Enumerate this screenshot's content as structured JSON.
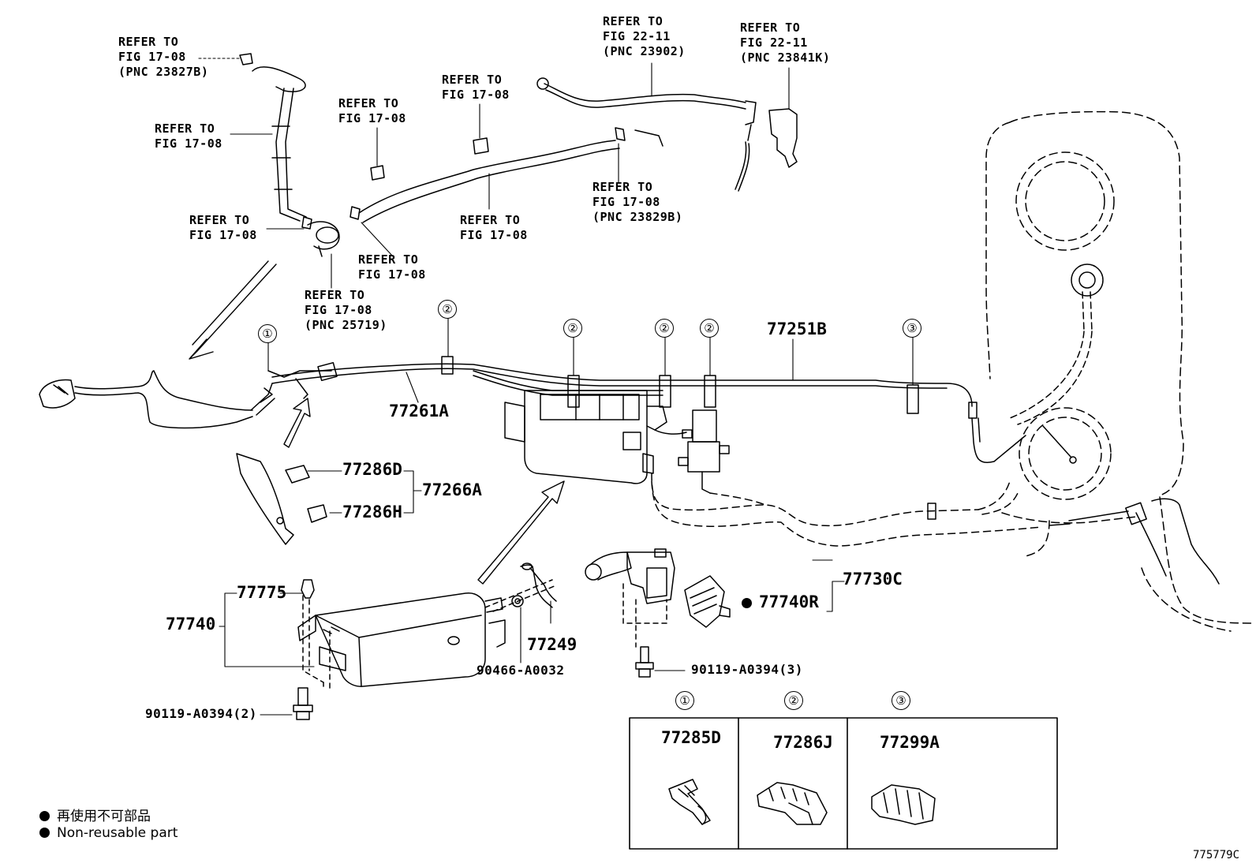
{
  "references": [
    {
      "id": "ref-pnc-23827b",
      "lines": [
        "REFER TO",
        "FIG 17-08",
        "(PNC 23827B)"
      ]
    },
    {
      "id": "ref-hose-upper-left",
      "lines": [
        "REFER TO",
        "FIG 17-08"
      ]
    },
    {
      "id": "ref-clip-upper",
      "lines": [
        "REFER TO",
        "FIG 17-08"
      ]
    },
    {
      "id": "ref-clip-top",
      "lines": [
        "REFER TO",
        "FIG 17-08"
      ]
    },
    {
      "id": "ref-pnc-23902",
      "lines": [
        "REFER TO",
        "FIG 22-11",
        "(PNC 23902)"
      ]
    },
    {
      "id": "ref-pnc-23841k",
      "lines": [
        "REFER TO",
        "FIG 22-11",
        "(PNC 23841K)"
      ]
    },
    {
      "id": "ref-pnc-23829b",
      "lines": [
        "REFER TO",
        "FIG 17-08",
        "(PNC 23829B)"
      ]
    },
    {
      "id": "ref-hose-middle",
      "lines": [
        "REFER TO",
        "FIG 17-08"
      ]
    },
    {
      "id": "ref-clip-left",
      "lines": [
        "REFER TO",
        "FIG 17-08"
      ]
    },
    {
      "id": "ref-clip-right",
      "lines": [
        "REFER TO",
        "FIG 17-08"
      ]
    },
    {
      "id": "ref-pnc-25719",
      "lines": [
        "REFER TO",
        "FIG 17-08",
        "(PNC 25719)"
      ]
    }
  ],
  "parts": {
    "p77251b": "77251B",
    "p77261a": "77261A",
    "p77286d": "77286D",
    "p77266a": "77266A",
    "p77286h": "77286H",
    "p77730c": "77730C",
    "p77740r": "77740R",
    "p77775": "77775",
    "p77740": "77740",
    "p77249": "77249",
    "p90466": "90466-A0032",
    "p90119_3": "90119-A0394(3)",
    "p90119_2": "90119-A0394(2)"
  },
  "callouts": {
    "c1": "①",
    "c2": "②",
    "c3": "③"
  },
  "inset": {
    "col1": {
      "callout": "①",
      "part": "77285D"
    },
    "col2": {
      "callout": "②",
      "part": "77286J"
    },
    "col3": {
      "callout": "③",
      "part": "77299A"
    }
  },
  "legend": {
    "jp": "再使用不可部品",
    "en": "Non-reusable part"
  },
  "illustration_code": "775779C"
}
